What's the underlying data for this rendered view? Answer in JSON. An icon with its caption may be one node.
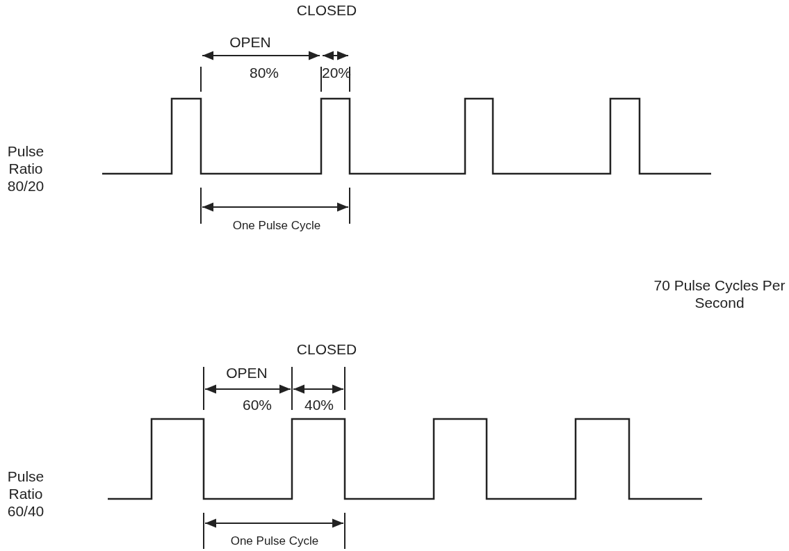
{
  "diagram": {
    "labels": [
      "CLOSED",
      "OPEN",
      "80%",
      "20%",
      "Pulse Ratio 80/20",
      "One Pulse Cycle",
      "70 Pulse Cycles Per Second",
      "CLOSED",
      "OPEN",
      "60%",
      "40%",
      "Pulse Ratio 60/40",
      "One Pulse Cycle"
    ]
  }
}
